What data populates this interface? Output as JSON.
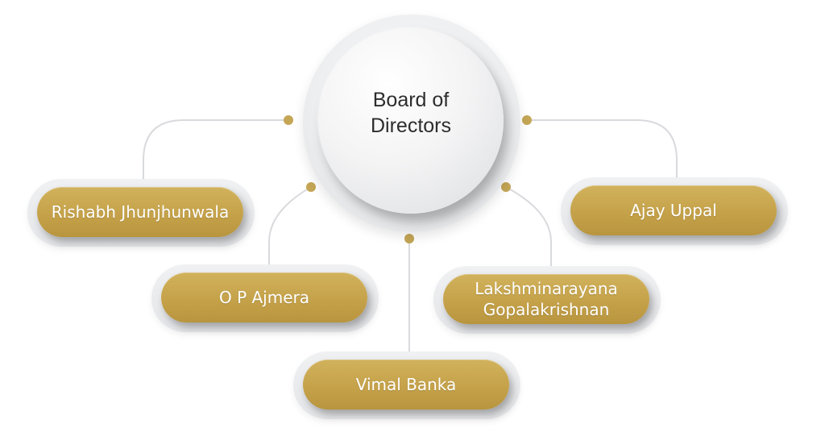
{
  "diagram": {
    "center": {
      "label": "Board of Directors"
    },
    "members": [
      {
        "id": "m1",
        "name": "Rishabh Jhunjhunwala"
      },
      {
        "id": "m2",
        "name": "O P Ajmera"
      },
      {
        "id": "m3",
        "name": "Vimal Banka"
      },
      {
        "id": "m4",
        "name": "Lakshminarayana Gopalakrishnan"
      },
      {
        "id": "m5",
        "name": "Ajay Uppal"
      }
    ],
    "colors": {
      "gold": "#c5a24a",
      "gold_dot": "#c4a655",
      "connector": "#d9dadd",
      "hub_text": "#2d2d2d",
      "pill_text": "#ffffff"
    }
  }
}
